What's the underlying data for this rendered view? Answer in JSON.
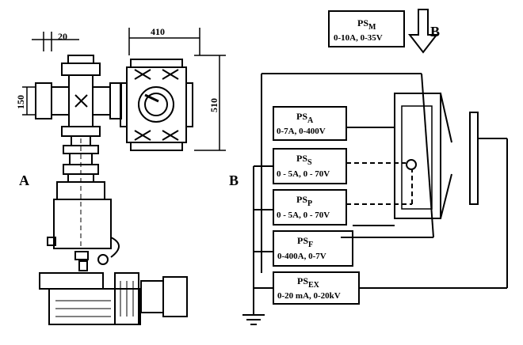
{
  "panels": {
    "a_label": "A",
    "b_label": "B",
    "b_arrow_label": "B"
  },
  "dimensions": {
    "d20": "20",
    "d410": "410",
    "d150": "150",
    "d510": "510"
  },
  "power_supplies": [
    {
      "id": "M",
      "name": "PS",
      "sub": "M",
      "range": "0-10A, 0-35V"
    },
    {
      "id": "A",
      "name": "PS",
      "sub": "A",
      "range": "0-7A, 0-400V"
    },
    {
      "id": "S",
      "name": "PS",
      "sub": "S",
      "range": "0 - 5A, 0 - 70V"
    },
    {
      "id": "P",
      "name": "PS",
      "sub": "P",
      "range": "0 - 5A, 0 - 70V"
    },
    {
      "id": "F",
      "name": "PS",
      "sub": "F",
      "range": "0-400A, 0-7V"
    },
    {
      "id": "EX",
      "name": "PS",
      "sub": "EX",
      "range": "0-20 mA, 0-20kV"
    }
  ]
}
